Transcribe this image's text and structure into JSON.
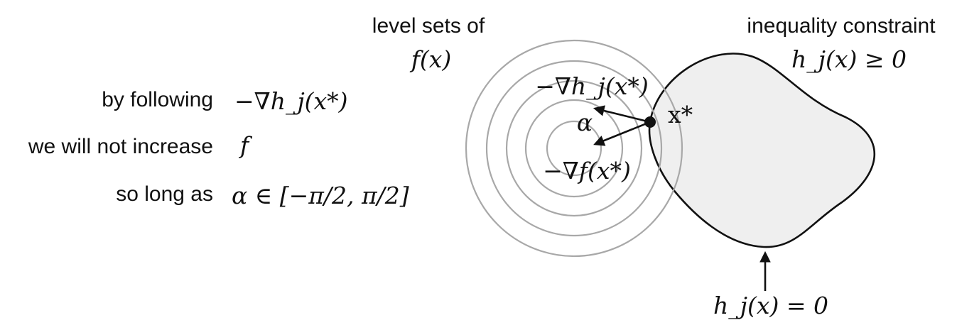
{
  "left_text": {
    "line1_label": "by following",
    "line1_math": "−∇h_j(x*)",
    "line2_label": "we will not increase",
    "line2_math": "f",
    "line3_label": "so long as",
    "line3_math": "α ∈ [−π/2, π/2]"
  },
  "level_sets": {
    "label": "level sets of",
    "math": "f(x)"
  },
  "constraint": {
    "label": "inequality constraint",
    "math": "h_j(x) ≥ 0",
    "boundary_math": "h_j(x) = 0"
  },
  "vectors": {
    "grad_h": "−∇h_j(x*)",
    "angle": "α",
    "grad_f": "−∇f(x*)",
    "point": "x*"
  },
  "colors": {
    "contour": "#a8a8a8",
    "region_fill": "#efefef",
    "ink": "#111111"
  }
}
